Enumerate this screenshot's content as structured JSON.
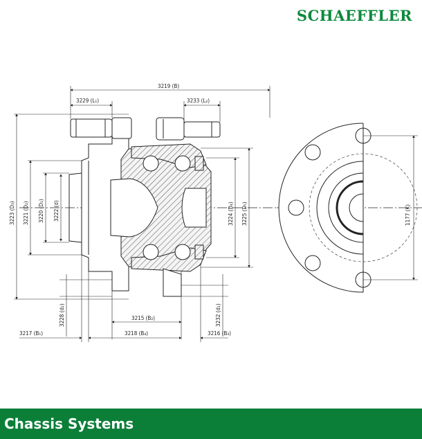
{
  "brand": {
    "logo_text": "SCHAEFFLER",
    "color": "#0b8a3c"
  },
  "footer": {
    "title": "Chassis Systems",
    "background": "#0b7f38"
  },
  "colors": {
    "line": "#222222",
    "hatch": "#555555",
    "section_fill": "#f4f4f4"
  },
  "dimensions": {
    "B": "3219 (B)",
    "L1": "3229 (L₁)",
    "L2": "3233 (L₂)",
    "D3": "3223 (D₃)",
    "D2": "3221 (D₂)",
    "D1_left": "3220 (D₁)",
    "d": "3222 (d)",
    "D4": "3224 (D₄)",
    "D5": "3225 (D₅)",
    "K": "1177 (K)",
    "d2": "3228 (d₂)",
    "d1": "3232 (d₁)",
    "B2": "3215 (B₂)",
    "B1": "3217 (B₁)",
    "B4": "3218 (B₄)",
    "B3": "3216 (B₃)"
  }
}
